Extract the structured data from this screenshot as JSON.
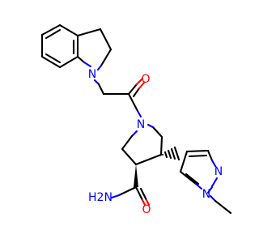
{
  "molecule": {
    "colors": {
      "carbon": "#000000",
      "nitrogen": "#0000ff",
      "oxygen": "#ff0000"
    },
    "labels": {
      "indoline_n": "N",
      "carbonyl_o": "O",
      "pyrrolidine_n": "N",
      "amide_n": "H2N",
      "amide_o": "O",
      "pyrazole_n2": "N",
      "pyrazole_n1": "N"
    }
  }
}
